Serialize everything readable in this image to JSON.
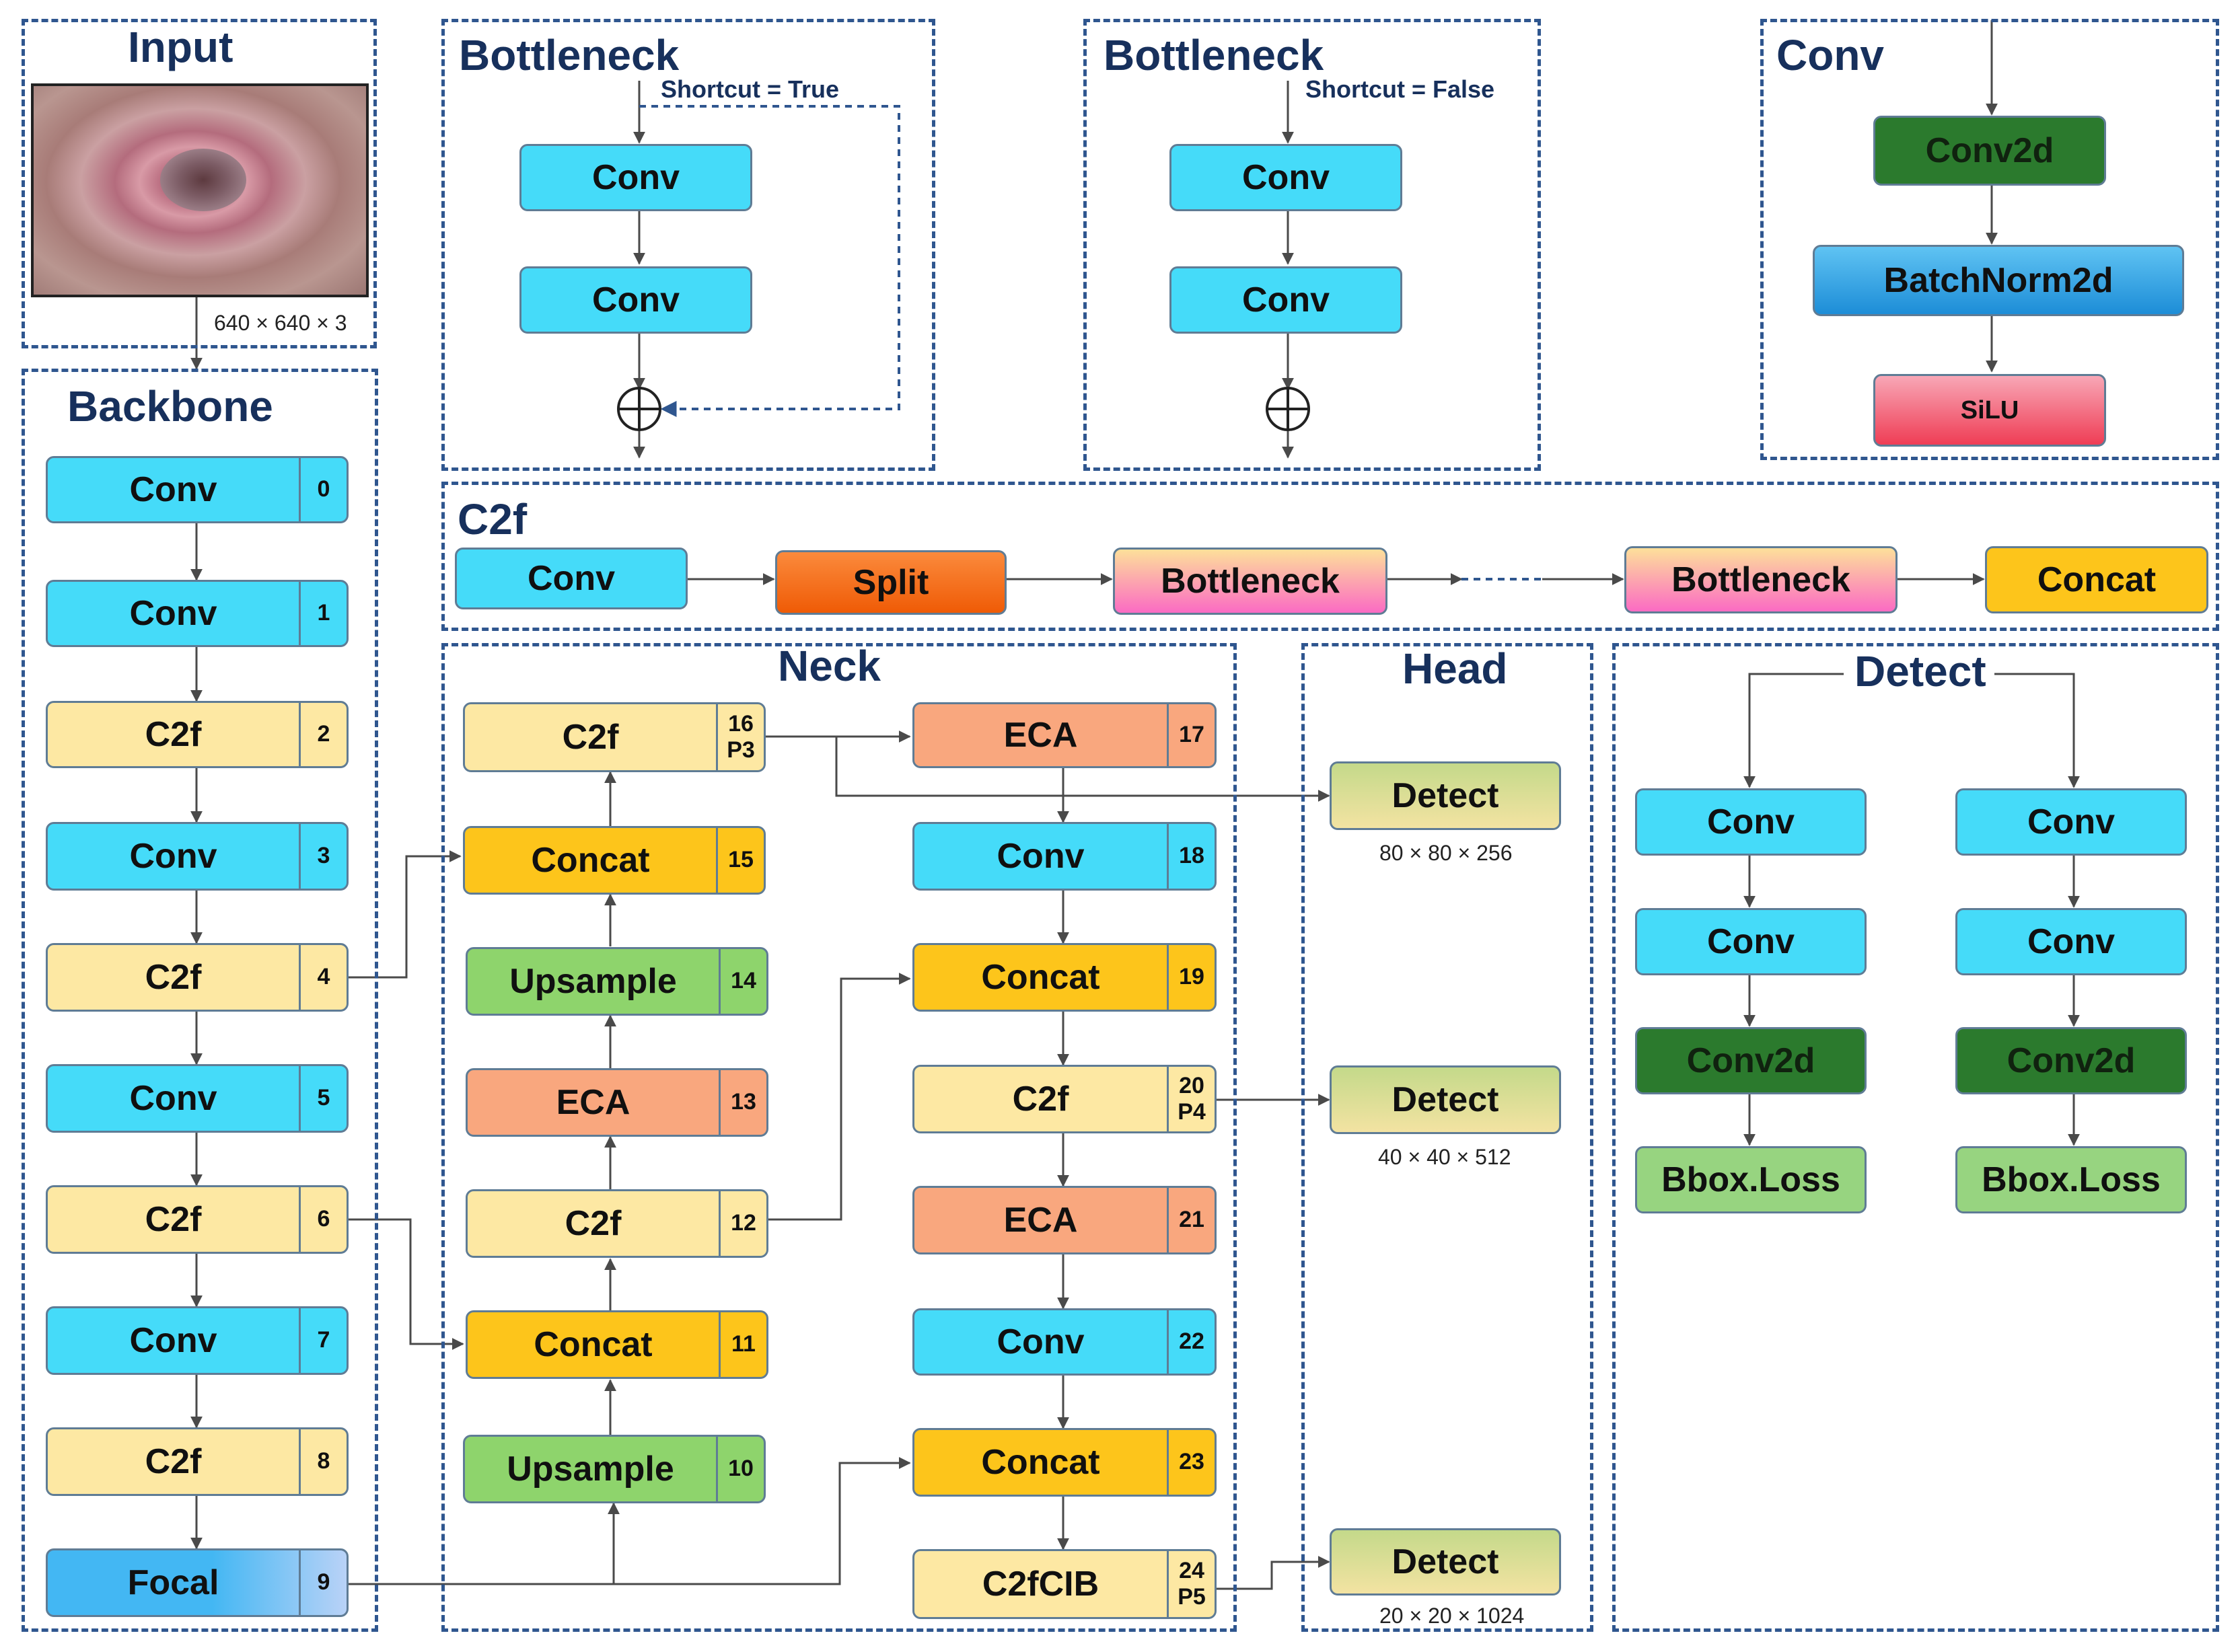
{
  "panels": {
    "input": "Input",
    "backbone": "Backbone",
    "bottleneck_true": "Bottleneck",
    "bottleneck_false": "Bottleneck",
    "conv": "Conv",
    "c2f": "C2f",
    "neck": "Neck",
    "head": "Head",
    "detect": "Detect"
  },
  "input": {
    "dims": "640 × 640 × 3"
  },
  "bottleneck_true": {
    "shortcut": "Shortcut = True",
    "layers": [
      "Conv",
      "Conv"
    ]
  },
  "bottleneck_false": {
    "shortcut": "Shortcut = False",
    "layers": [
      "Conv",
      "Conv"
    ]
  },
  "conv_block": {
    "layers": [
      "Conv2d",
      "BatchNorm2d",
      "SiLU"
    ]
  },
  "c2f_block": {
    "layers": [
      "Conv",
      "Split",
      "Bottleneck",
      "Bottleneck",
      "Concat"
    ]
  },
  "backbone": [
    {
      "label": "Conv",
      "id": "0"
    },
    {
      "label": "Conv",
      "id": "1"
    },
    {
      "label": "C2f",
      "id": "2"
    },
    {
      "label": "Conv",
      "id": "3"
    },
    {
      "label": "C2f",
      "id": "4"
    },
    {
      "label": "Conv",
      "id": "5"
    },
    {
      "label": "C2f",
      "id": "6"
    },
    {
      "label": "Conv",
      "id": "7"
    },
    {
      "label": "C2f",
      "id": "8"
    },
    {
      "label": "Focal",
      "id": "9"
    }
  ],
  "neck_left": [
    {
      "label": "C2f",
      "id": "16",
      "id2": "P3"
    },
    {
      "label": "Concat",
      "id": "15"
    },
    {
      "label": "Upsample",
      "id": "14"
    },
    {
      "label": "ECA",
      "id": "13"
    },
    {
      "label": "C2f",
      "id": "12"
    },
    {
      "label": "Concat",
      "id": "11"
    },
    {
      "label": "Upsample",
      "id": "10"
    }
  ],
  "neck_right": [
    {
      "label": "ECA",
      "id": "17"
    },
    {
      "label": "Conv",
      "id": "18"
    },
    {
      "label": "Concat",
      "id": "19"
    },
    {
      "label": "C2f",
      "id": "20",
      "id2": "P4"
    },
    {
      "label": "ECA",
      "id": "21"
    },
    {
      "label": "Conv",
      "id": "22"
    },
    {
      "label": "Concat",
      "id": "23"
    },
    {
      "label": "C2fCIB",
      "id": "24",
      "id2": "P5"
    }
  ],
  "head": [
    {
      "label": "Detect",
      "dims": "80 × 80 × 256"
    },
    {
      "label": "Detect",
      "dims": "40 × 40 × 512"
    },
    {
      "label": "Detect",
      "dims": "20 × 20 × 1024"
    }
  ],
  "detect_left": [
    "Conv",
    "Conv",
    "Conv2d",
    "Bbox.Loss"
  ],
  "detect_right": [
    "Conv",
    "Conv",
    "Conv2d",
    "Bbox.Loss"
  ],
  "colors": {
    "conv": "#45dbf9",
    "c2f": "#fde8a3",
    "concat": "#fdc51b",
    "upsample": "#8ed46c",
    "eca": "#f9a77e",
    "conv2d": "#2b7a2d",
    "panel_border": "#2f568f"
  },
  "image": {
    "description_icon": "wood-cross-section-image"
  }
}
